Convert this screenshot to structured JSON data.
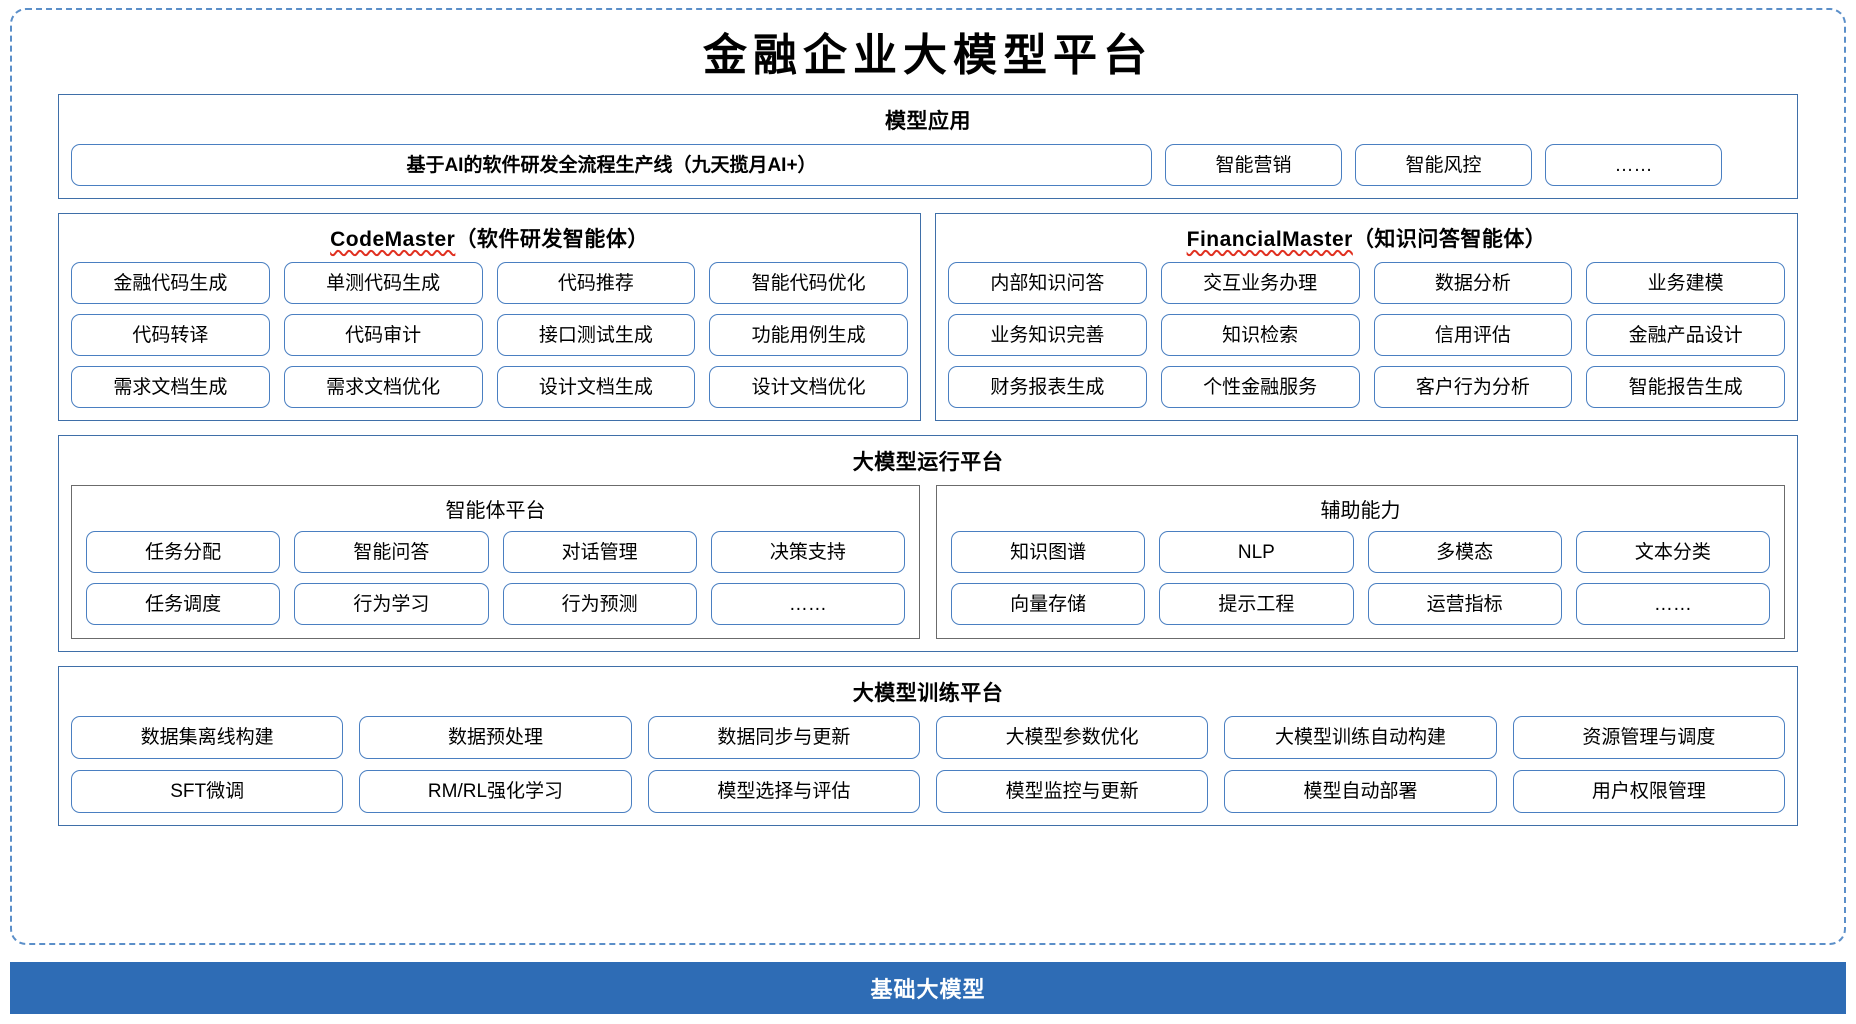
{
  "title": "金融企业大模型平台",
  "colors": {
    "frame_dashed": "#5b8fc9",
    "panel_border": "#3f6fa8",
    "pill_border": "#4a7fc1",
    "footer_bg": "#2e6cb5",
    "spellcheck_underline": "#e03020"
  },
  "model_application": {
    "title": "模型应用",
    "primary": "基于AI的软件研发全流程生产线（九天揽月AI+）",
    "items": [
      "智能营销",
      "智能风控",
      "……"
    ]
  },
  "agents": [
    {
      "name_latin": "CodeMaster",
      "name_cn": "（软件研发智能体）",
      "items": [
        "金融代码生成",
        "单测代码生成",
        "代码推荐",
        "智能代码优化",
        "代码转译",
        "代码审计",
        "接口测试生成",
        "功能用例生成",
        "需求文档生成",
        "需求文档优化",
        "设计文档生成",
        "设计文档优化"
      ]
    },
    {
      "name_latin": "FinancialMaster",
      "name_cn": "（知识问答智能体）",
      "items": [
        "内部知识问答",
        "交互业务办理",
        "数据分析",
        "业务建模",
        "业务知识完善",
        "知识检索",
        "信用评估",
        "金融产品设计",
        "财务报表生成",
        "个性金融服务",
        "客户行为分析",
        "智能报告生成"
      ]
    }
  ],
  "runtime_platform": {
    "title": "大模型运行平台",
    "subsections": [
      {
        "title": "智能体平台",
        "items": [
          "任务分配",
          "智能问答",
          "对话管理",
          "决策支持",
          "任务调度",
          "行为学习",
          "行为预测",
          "……"
        ]
      },
      {
        "title": "辅助能力",
        "items": [
          "知识图谱",
          "NLP",
          "多模态",
          "文本分类",
          "向量存储",
          "提示工程",
          "运营指标",
          "……"
        ]
      }
    ]
  },
  "training_platform": {
    "title": "大模型训练平台",
    "items": [
      "数据集离线构建",
      "数据预处理",
      "数据同步与更新",
      "大模型参数优化",
      "大模型训练自动构建",
      "资源管理与调度",
      "SFT微调",
      "RM/RL强化学习",
      "模型选择与评估",
      "模型监控与更新",
      "模型自动部署",
      "用户权限管理"
    ]
  },
  "footer": {
    "label": "基础大模型"
  }
}
